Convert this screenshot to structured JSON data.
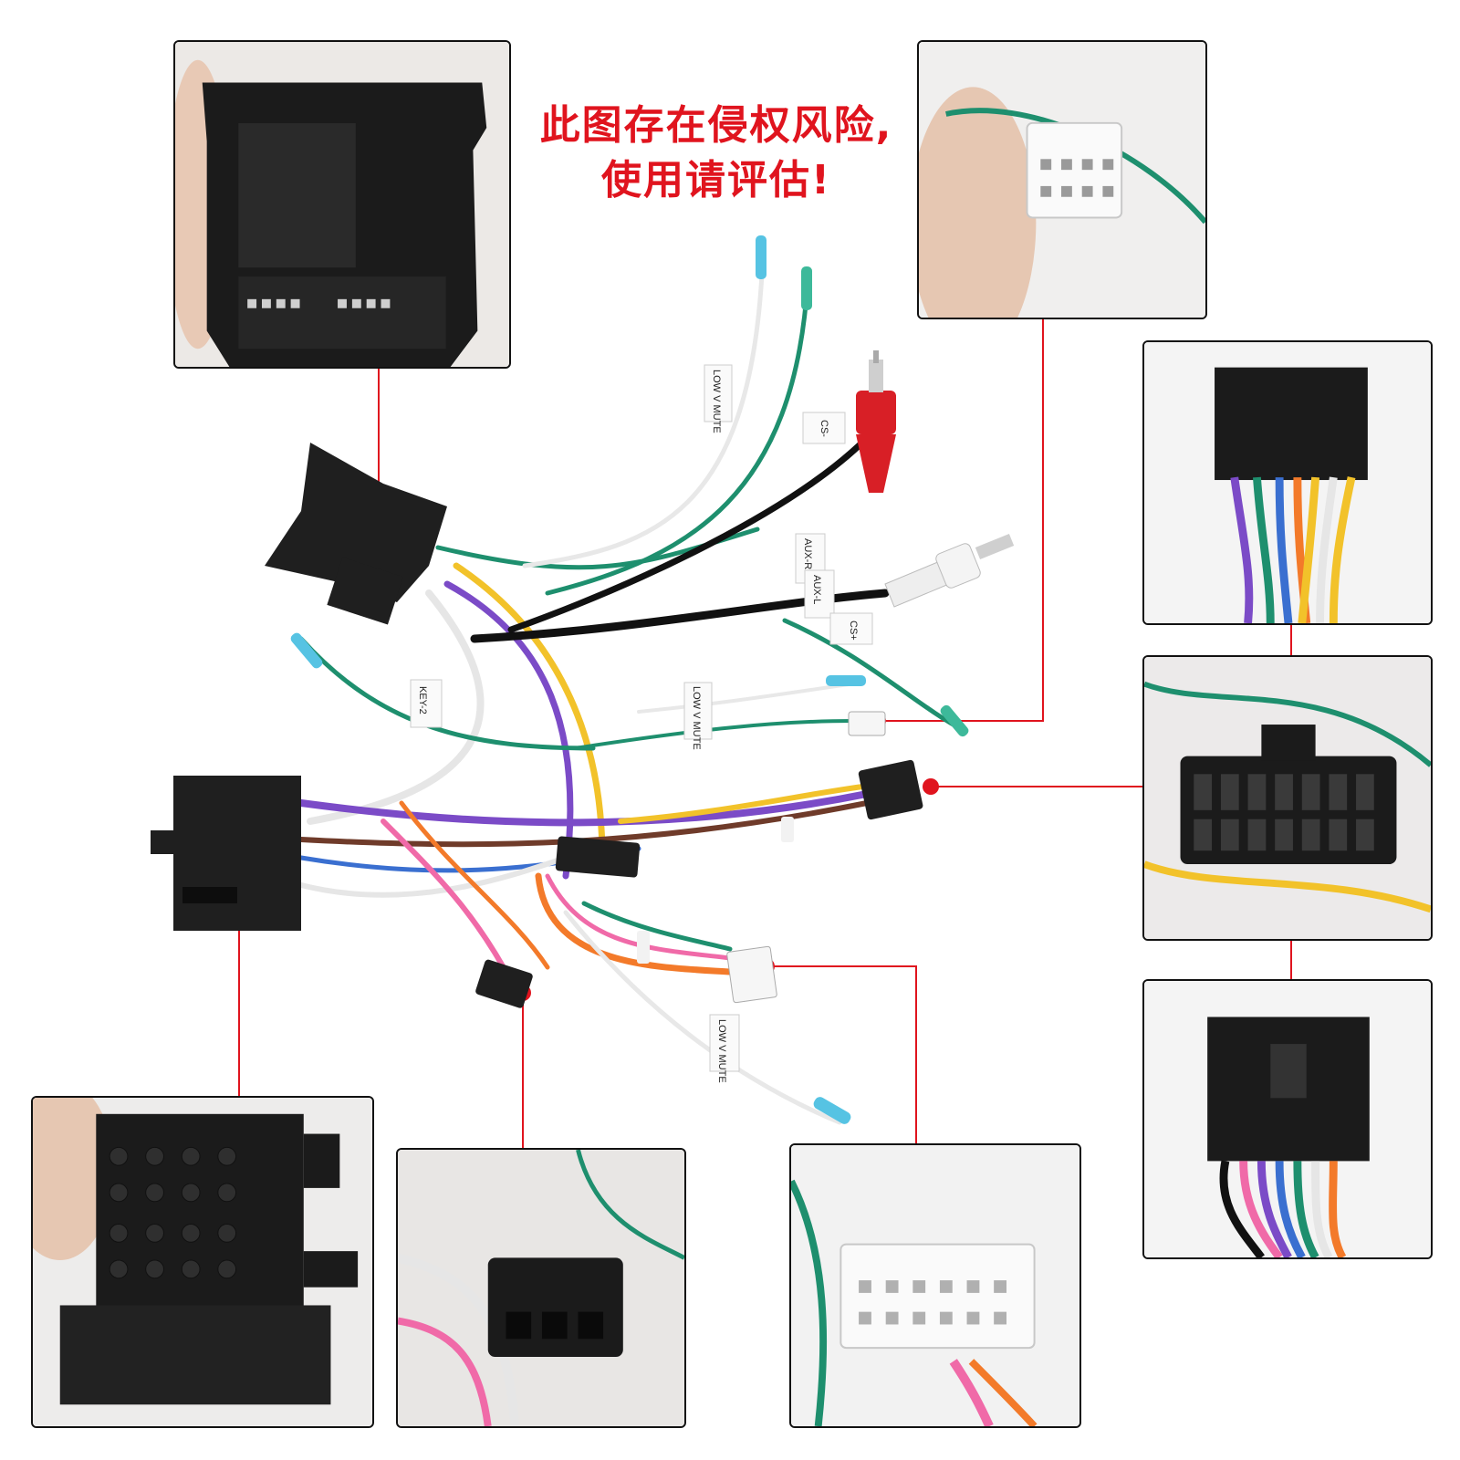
{
  "warning": {
    "line1": "此图存在侵权风险,",
    "line2": "使用请评估!"
  },
  "wire_labels": {
    "low_v_mute": "LOW V MUTE",
    "cs_minus": "CS-",
    "aux_r": "AUX-R",
    "aux_l": "AUX-L",
    "cs_plus": "CS+",
    "key2": "KEY-2"
  },
  "colors": {
    "callout": "#e0141e",
    "connector": "#1f1f1f",
    "rca_red": "#d81f26",
    "rca_white": "#f4f4f4"
  }
}
